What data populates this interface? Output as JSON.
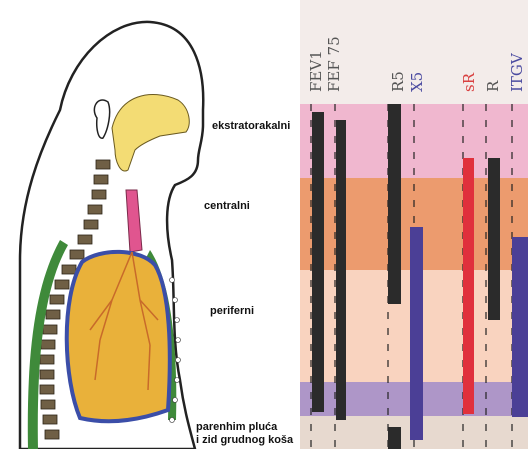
{
  "regions": [
    {
      "key": "extrathoracic",
      "label": "ekstratorakalni",
      "color": "#f0b7cf"
    },
    {
      "key": "central",
      "label": "centralni",
      "color": "#ec9b6e"
    },
    {
      "key": "peripheral",
      "label": "periferni",
      "color": "#f9d3bf"
    },
    {
      "key": "parenchyma",
      "label": "parenhim pluća",
      "label2": "i zid grudnog koša",
      "color": "#ae96c8"
    }
  ],
  "columns": [
    {
      "label": "FEV1",
      "color": "#555555"
    },
    {
      "label": "FEF 75",
      "color": "#555555"
    },
    {
      "label": "R5",
      "color": "#555555"
    },
    {
      "label": "X5",
      "color": "#4a4aa0"
    },
    {
      "label": "sR",
      "color": "#d84040"
    },
    {
      "label": "R",
      "color": "#555555"
    },
    {
      "label": "ITGV",
      "color": "#4a4aa0"
    }
  ],
  "colors": {
    "black_bar": "#2b2b2b",
    "blue_bar": "#4b3f96",
    "red_bar": "#e0303c",
    "skin": "#ffffff",
    "lung": "#e9b13a",
    "airway": "#f3dc74",
    "spine": "#7a6a4a"
  }
}
